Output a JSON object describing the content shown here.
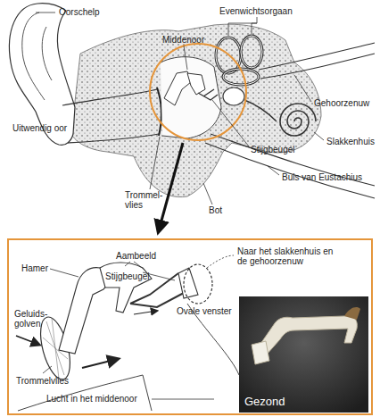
{
  "diagram": {
    "nodes": [
      {
        "text": [
          "Gezond"
        ]
      }
    ],
    "labels": [
      "Oorschelp",
      "Evenwichtsorgaan",
      "Middenoor",
      "Gehoorzenuw",
      "Slakkenhuis",
      "Uitwendig oor",
      "Stijgbeugel",
      "Buis van Eustachius",
      "Trommel- vlies",
      "Bot",
      "Aambeeld",
      "Hamer",
      "Stijgbeugel",
      "Naar het slakkenhuis en de gehoorzenuw",
      "Geluids- golven",
      "Ovale venster",
      "Trommelvlies",
      "Lucht in het middenoor"
    ]
  }
}
